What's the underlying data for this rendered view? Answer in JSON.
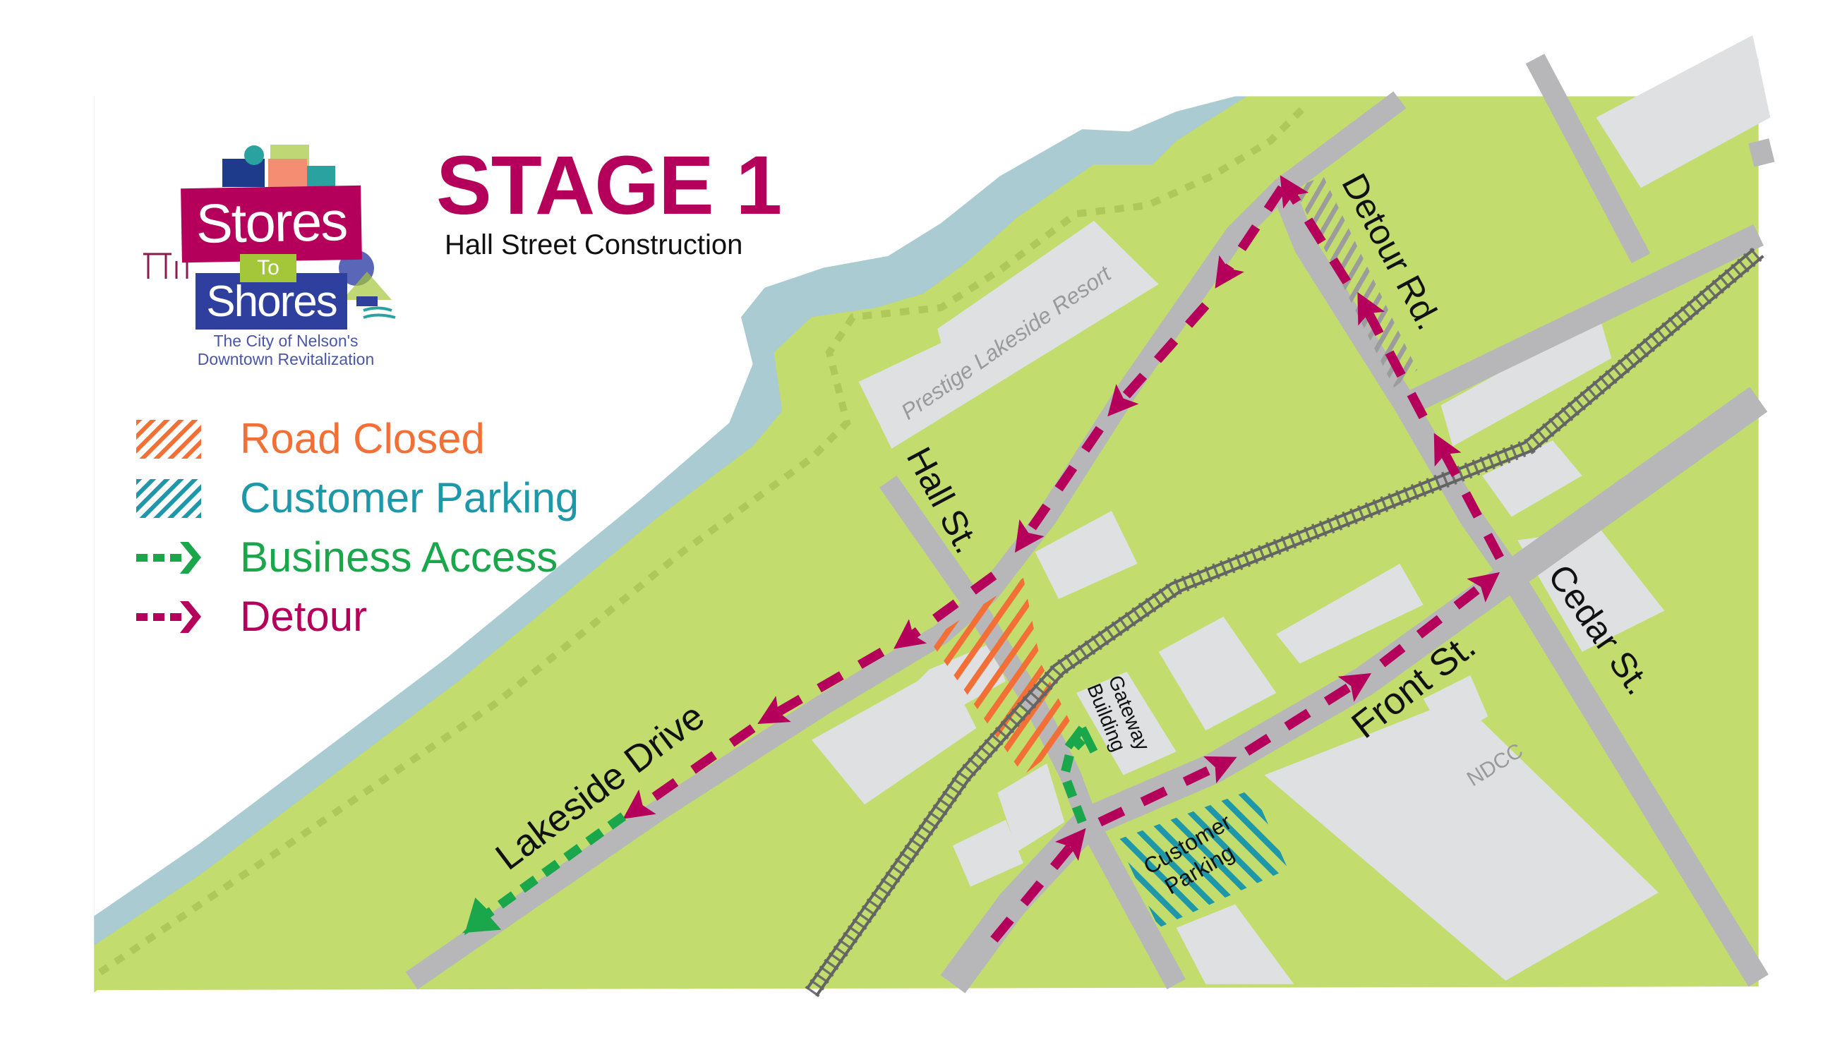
{
  "header": {
    "title": "STAGE 1",
    "subtitle": "Hall Street Construction"
  },
  "logo": {
    "line1": "Stores",
    "line2": "To",
    "line3": "Shores",
    "tagline1": "The City of Nelson's",
    "tagline2": "Downtown Revitalization"
  },
  "legend": {
    "items": [
      {
        "label": "Road Closed",
        "icon": "orange-hatch-icon",
        "color": "#f26f36"
      },
      {
        "label": "Customer Parking",
        "icon": "teal-hatch-icon",
        "color": "#1e98a8"
      },
      {
        "label": "Business Access",
        "icon": "green-dashed-arrow-icon",
        "color": "#1aa64b"
      },
      {
        "label": "Detour",
        "icon": "magenta-dashed-arrow-icon",
        "color": "#b5005b"
      }
    ]
  },
  "map": {
    "labels": {
      "hall_st": "Hall St.",
      "detour_rd": "Detour Rd.",
      "lakeside_drive": "Lakeside Drive",
      "front_st": "Front St.",
      "cedar_st": "Cedar St.",
      "resort": "Prestige Lakeside Resort",
      "gateway_1": "Gateway",
      "gateway_2": "Building",
      "parking_1": "Customer",
      "parking_2": "Parking",
      "ndcc": "NDCC"
    },
    "colors": {
      "land": "#c2dc6e",
      "water": "#a9cbd1",
      "road": "#b7b7b9",
      "building": "#dfe0e2",
      "rail": "#646464",
      "detour": "#b5005b",
      "access": "#1aa64b",
      "closed": "#f26f36",
      "parking": "#1e98a8"
    }
  }
}
